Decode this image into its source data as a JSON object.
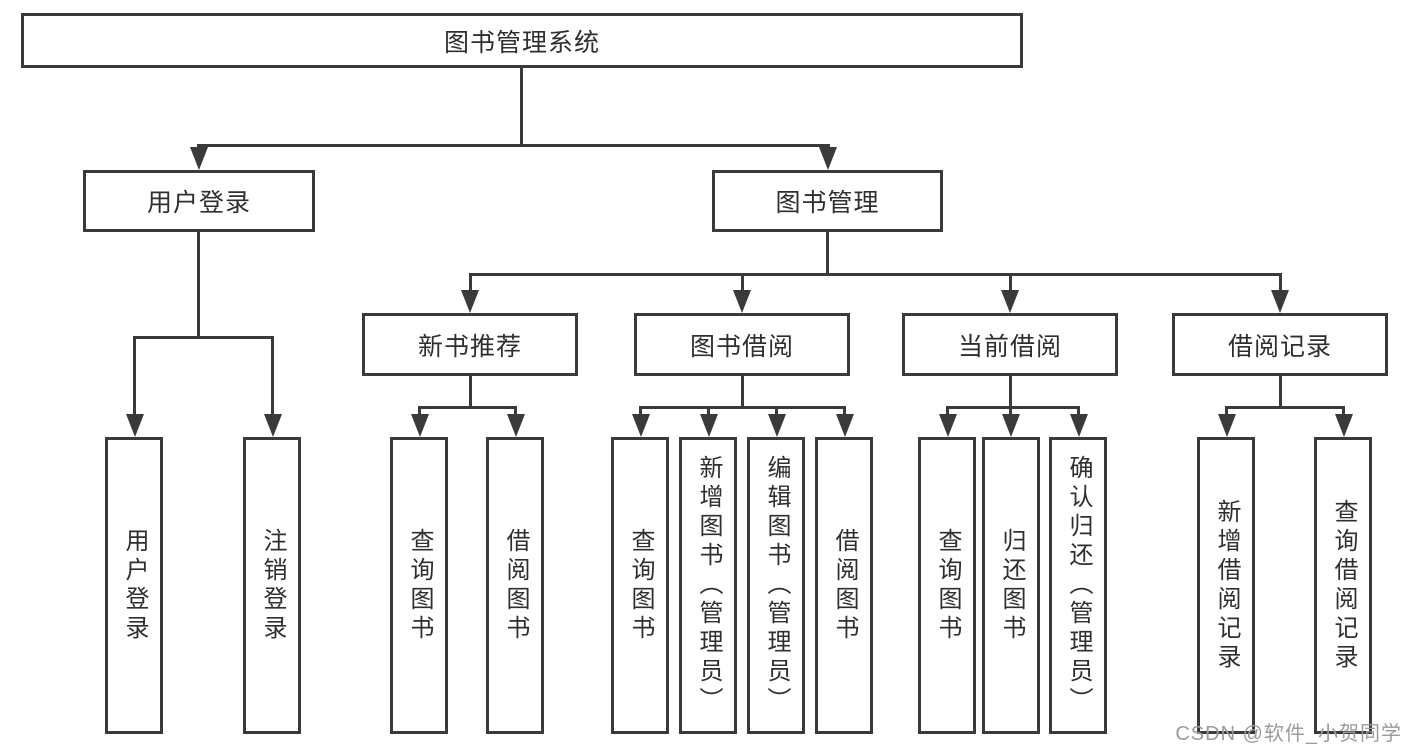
{
  "tree": {
    "root": {
      "label": "图书管理系统"
    },
    "user_login": {
      "label": "用户登录",
      "children": [
        {
          "label": "用户登录"
        },
        {
          "label": "注销登录"
        }
      ]
    },
    "book_management": {
      "label": "图书管理",
      "sections": [
        {
          "label": "新书推荐",
          "children": [
            {
              "label": "查询图书"
            },
            {
              "label": "借阅图书"
            }
          ]
        },
        {
          "label": "图书借阅",
          "children": [
            {
              "label": "查询图书"
            },
            {
              "label": "新增图书（管理员）"
            },
            {
              "label": "编辑图书（管理员）"
            },
            {
              "label": "借阅图书"
            }
          ]
        },
        {
          "label": "当前借阅",
          "children": [
            {
              "label": "查询图书"
            },
            {
              "label": "归还图书"
            },
            {
              "label": "确认归还（管理员）"
            }
          ]
        },
        {
          "label": "借阅记录",
          "children": [
            {
              "label": "新增借阅记录"
            },
            {
              "label": "查询借阅记录"
            }
          ]
        }
      ]
    }
  },
  "watermark": {
    "text": "CSDN @软件_小贺同学"
  },
  "colors": {
    "line": "#3a3a3a",
    "text": "#2f2f2f",
    "watermark": "#9b9b9b",
    "background": "#ffffff"
  }
}
